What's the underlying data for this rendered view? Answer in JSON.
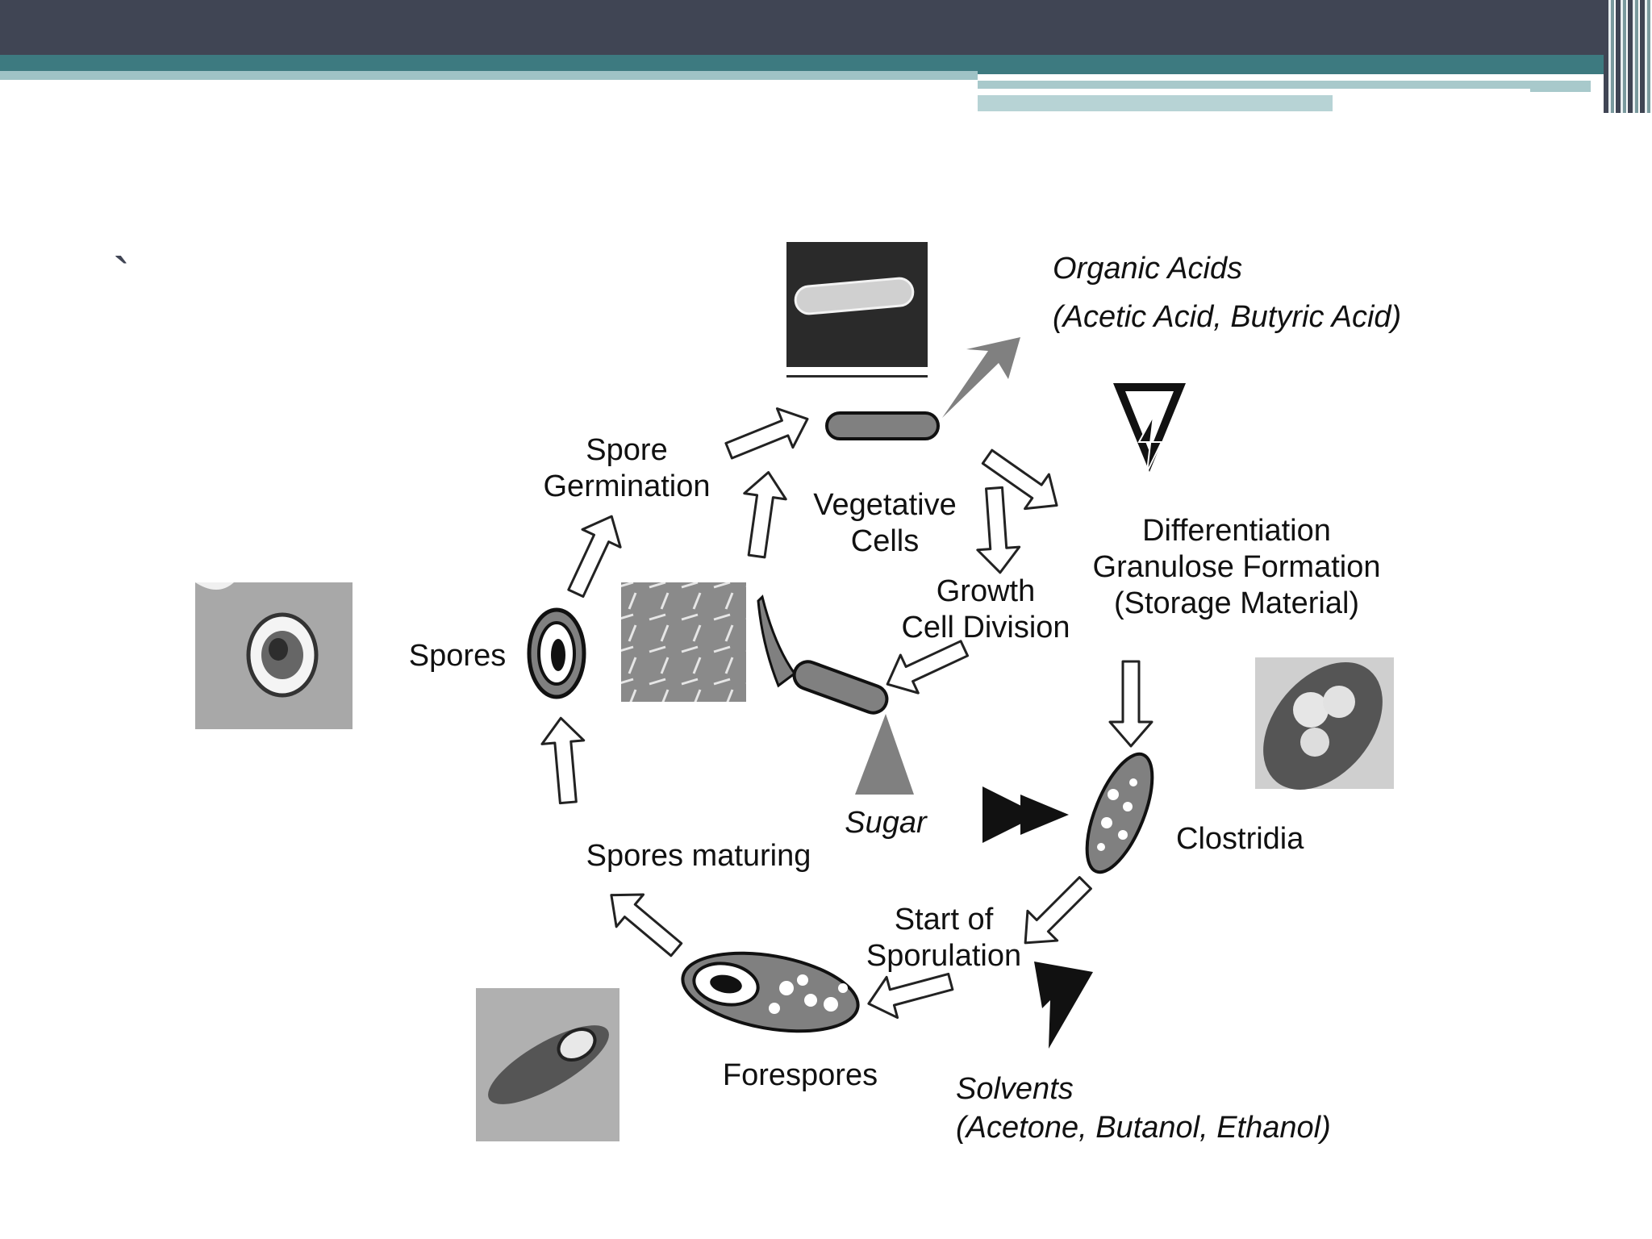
{
  "slide": {
    "mark": "`"
  },
  "labels": {
    "organic_acids": "Organic Acids",
    "organic_acids_detail": "(Acetic Acid, Butyric Acid)",
    "spore_germination_1": "Spore",
    "spore_germination_2": "Germination",
    "vegetative_1": "Vegetative",
    "vegetative_2": "Cells",
    "differentiation_1": "Differentiation",
    "differentiation_2": "Granulose Formation",
    "differentiation_3": "(Storage Material)",
    "growth_1": "Growth",
    "growth_2": "Cell Division",
    "spores": "Spores",
    "sugar": "Sugar",
    "clostridia": "Clostridia",
    "spores_maturing": "Spores maturing",
    "sporulation_1": "Start of",
    "sporulation_2": "Sporulation",
    "forespores": "Forespores",
    "solvents": "Solvents",
    "solvents_detail": "(Acetone, Butanol, Ethanol)"
  },
  "colors": {
    "header_dark": "#404554",
    "header_teal": "#3d7a80",
    "cell_fill": "#808080",
    "arrow_stroke": "#222222",
    "micro_bg": "#a8a8a8",
    "sem_bg": "#2a2a2a"
  }
}
